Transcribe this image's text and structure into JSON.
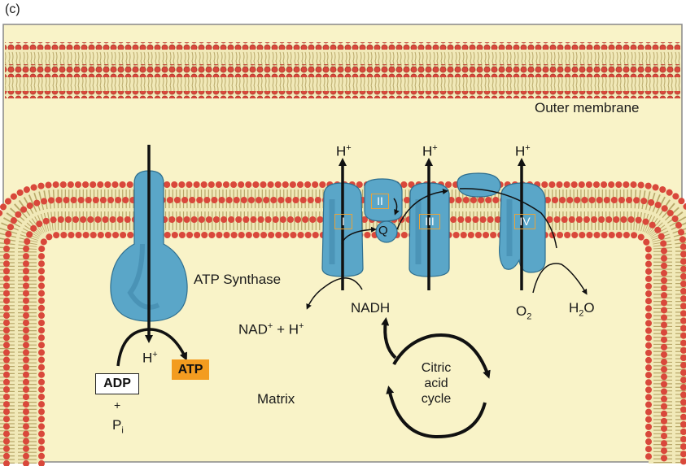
{
  "panel_letter": "(c)",
  "labels": {
    "outer_membrane": "Outer membrane",
    "atp_synthase": "ATP Synthase",
    "nad_plus": "NAD",
    "nad_plus_sup": "+",
    "plus_h": " + H",
    "plus_h_sup": "+",
    "nadh": "NADH",
    "o2": "O",
    "o2_sub": "2",
    "h2o_h": "H",
    "h2o_sub": "2",
    "h2o_o": "O",
    "matrix": "Matrix",
    "h": "H",
    "h_sup": "+",
    "adp": "ADP",
    "atp": "ATP",
    "plus": "+",
    "p": "P",
    "p_sub": "i",
    "citric_cycle": [
      "Citric",
      "acid",
      "cycle"
    ]
  },
  "complexes": {
    "c1": "I",
    "c2": "II",
    "c3": "III",
    "c4": "IV",
    "q": "Q"
  },
  "colors": {
    "background": "#f9f3c8",
    "protein": "#5aa6c8",
    "protein_dark": "#3f87aa",
    "lipid_head": "#d9483b",
    "lipid_tail": "#b8a86a",
    "atp_fill": "#f39c20",
    "complex_box": "#e8a33a"
  }
}
